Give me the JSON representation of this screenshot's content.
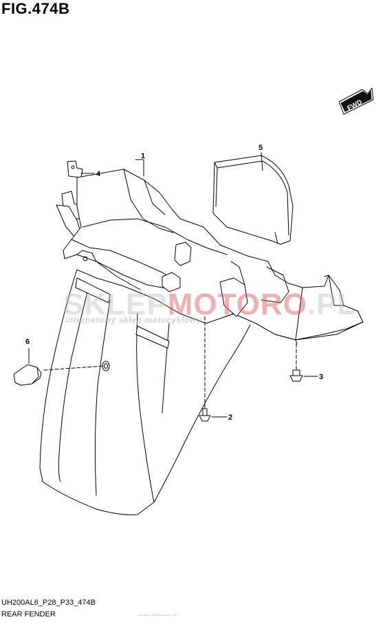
{
  "header": {
    "title": "FIG.474B"
  },
  "direction_badge": {
    "label": "FWD"
  },
  "callouts": [
    {
      "id": "1",
      "label": "1"
    },
    {
      "id": "2",
      "label": "2"
    },
    {
      "id": "3",
      "label": "3"
    },
    {
      "id": "4",
      "label": "4"
    },
    {
      "id": "5",
      "label": "5"
    },
    {
      "id": "6",
      "label": "6"
    }
  ],
  "watermark": {
    "brand_part1": "SKLEP",
    "brand_part2": "MOTORO",
    "brand_part3": ".PL",
    "tagline": "internetowy sklep motocyklowy"
  },
  "footer": {
    "diagram_code": "UH200AL6_P28_P33_474B",
    "section_name": "REAR FENDER",
    "fine_print": "Copyright (c) 2024 Suzuki Motor Corp."
  }
}
